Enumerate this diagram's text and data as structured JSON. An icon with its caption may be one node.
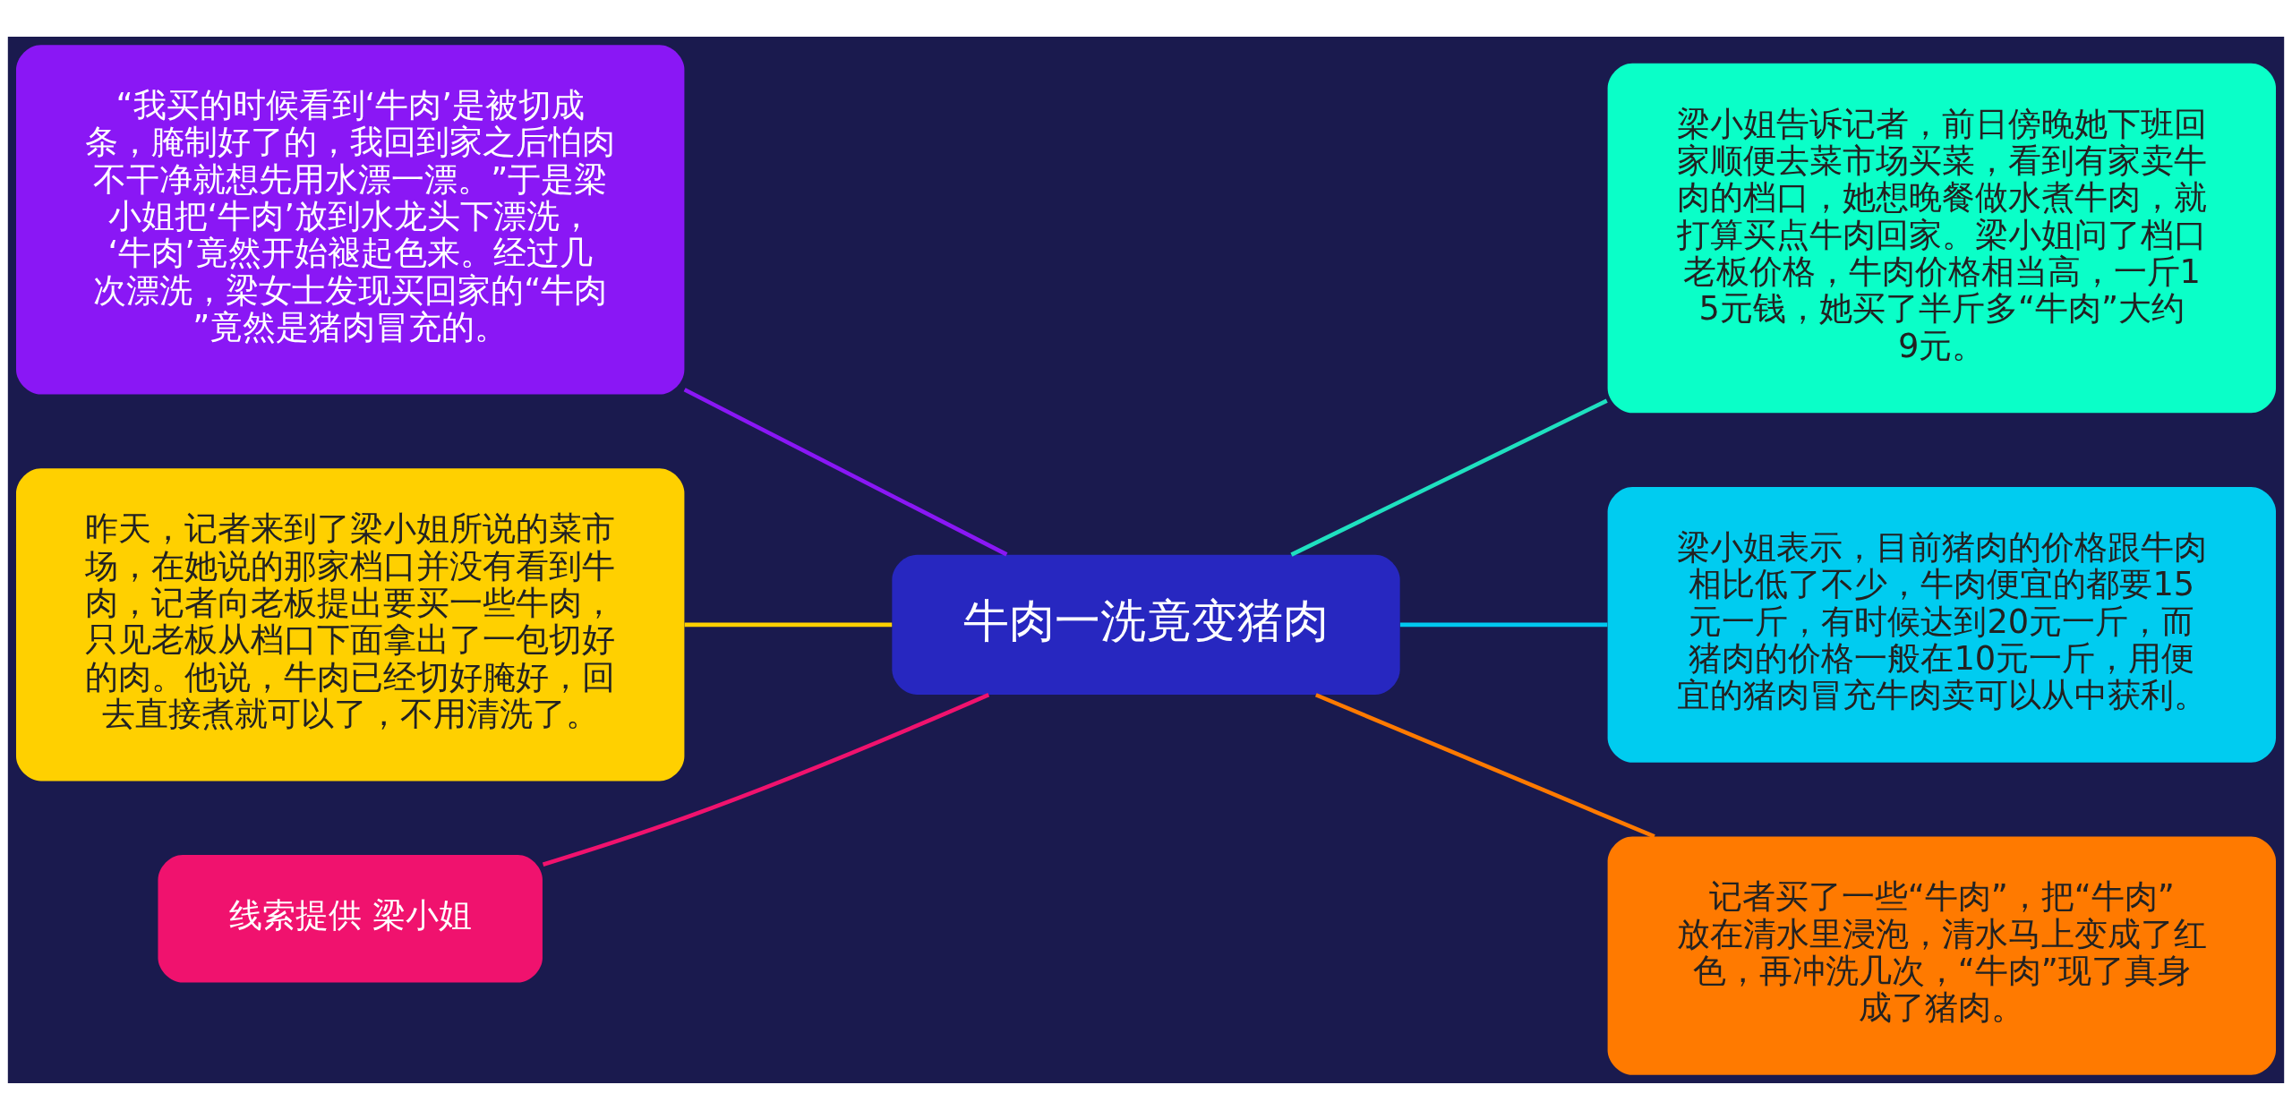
{
  "diagram": {
    "nodes": [
      {
        "text": [
          "牛肉一洗竟变猪肉"
        ]
      },
      {
        "text": [
          "梁小姐告诉记者，前日傍晚她下班回家顺便去菜市场买菜，看到有家卖牛肉的档口，她想晚餐做水煮牛肉，就打算买点牛肉回家。梁小姐问了档口老板价格，牛肉价格相当高，一斤15元钱，她买了半斤多“牛肉”大约9元。"
        ]
      },
      {
        "text": [
          "梁小姐表示，目前猪肉的价格跟牛肉相比低了不少，牛肉便宜的都要15元一斤，有时候达到20元一斤，而猪肉的价格一般在10元一斤，用便宜的猪肉冒充牛肉卖可以从中获利。"
        ]
      },
      {
        "text": [
          "记者买了一些“牛肉”，把“牛肉”放在清水里浸泡，清水马上变成了红色，再冲洗几次，“牛肉”现了真身成了猪肉。"
        ]
      },
      {
        "text": [
          "“我买的时候看到‘牛肉’是被切成条，腌制好了的，我回到家之后怕肉不干净就想先用水漂一漂。”于是梁小姐把‘牛肉’放到水龙头下漂洗，‘牛肉’竟然开始褪起色来。经过几次漂洗，梁女士发现买回家的“牛肉”竟然是猪肉冒充的。"
        ]
      },
      {
        "text": [
          "昨天，记者来到了梁小姐所说的菜市场，在她说的那家档口并没有看到牛肉，记者向老板提出要买一些牛肉，只见老板从档口下面拿出了一包切好的肉。他说，牛肉已经切好腌好，回去直接煮就可以了，不用清洗了。"
        ]
      },
      {
        "text": [
          "线索提供 梁小姐"
        ]
      }
    ],
    "edges": [
      {
        "from": 0,
        "to": 1,
        "arrow": "none",
        "color": "#1fe0c0"
      },
      {
        "from": 0,
        "to": 2,
        "arrow": "none",
        "color": "#00c8f0"
      },
      {
        "from": 0,
        "to": 3,
        "arrow": "none",
        "color": "#ff7a00"
      },
      {
        "from": 0,
        "to": 4,
        "arrow": "none",
        "color": "#8a17f5"
      },
      {
        "from": 0,
        "to": 5,
        "arrow": "none",
        "color": "#ffd000"
      },
      {
        "from": 0,
        "to": 6,
        "arrow": "none",
        "color": "#f0126e"
      }
    ]
  }
}
